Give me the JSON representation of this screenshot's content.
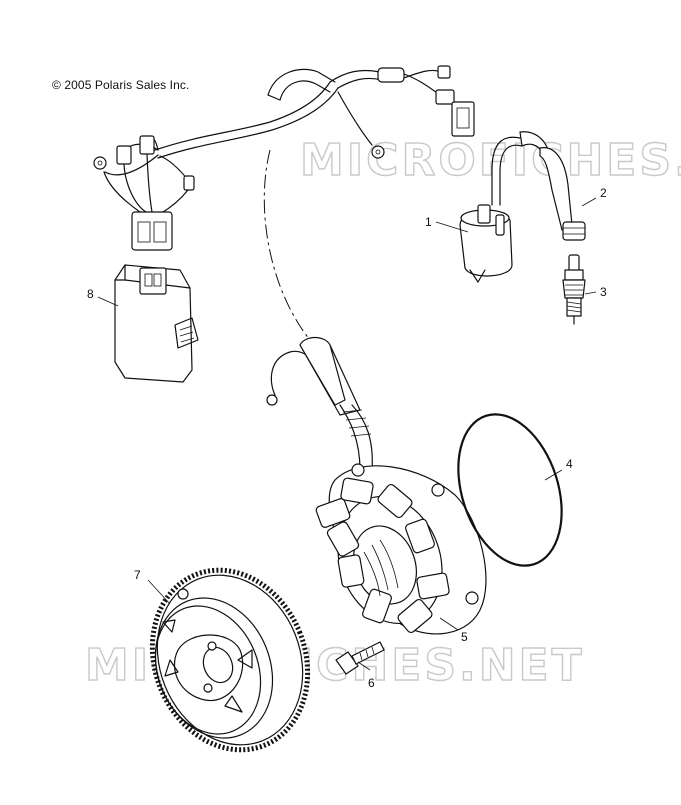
{
  "copyright": "© 2005 Polaris Sales Inc.",
  "watermark": "MICROFICHES.NET",
  "callouts": {
    "c1": "1",
    "c2": "2",
    "c3": "3",
    "c4": "4",
    "c5": "5",
    "c6": "6",
    "c7": "7",
    "c8": "8"
  }
}
